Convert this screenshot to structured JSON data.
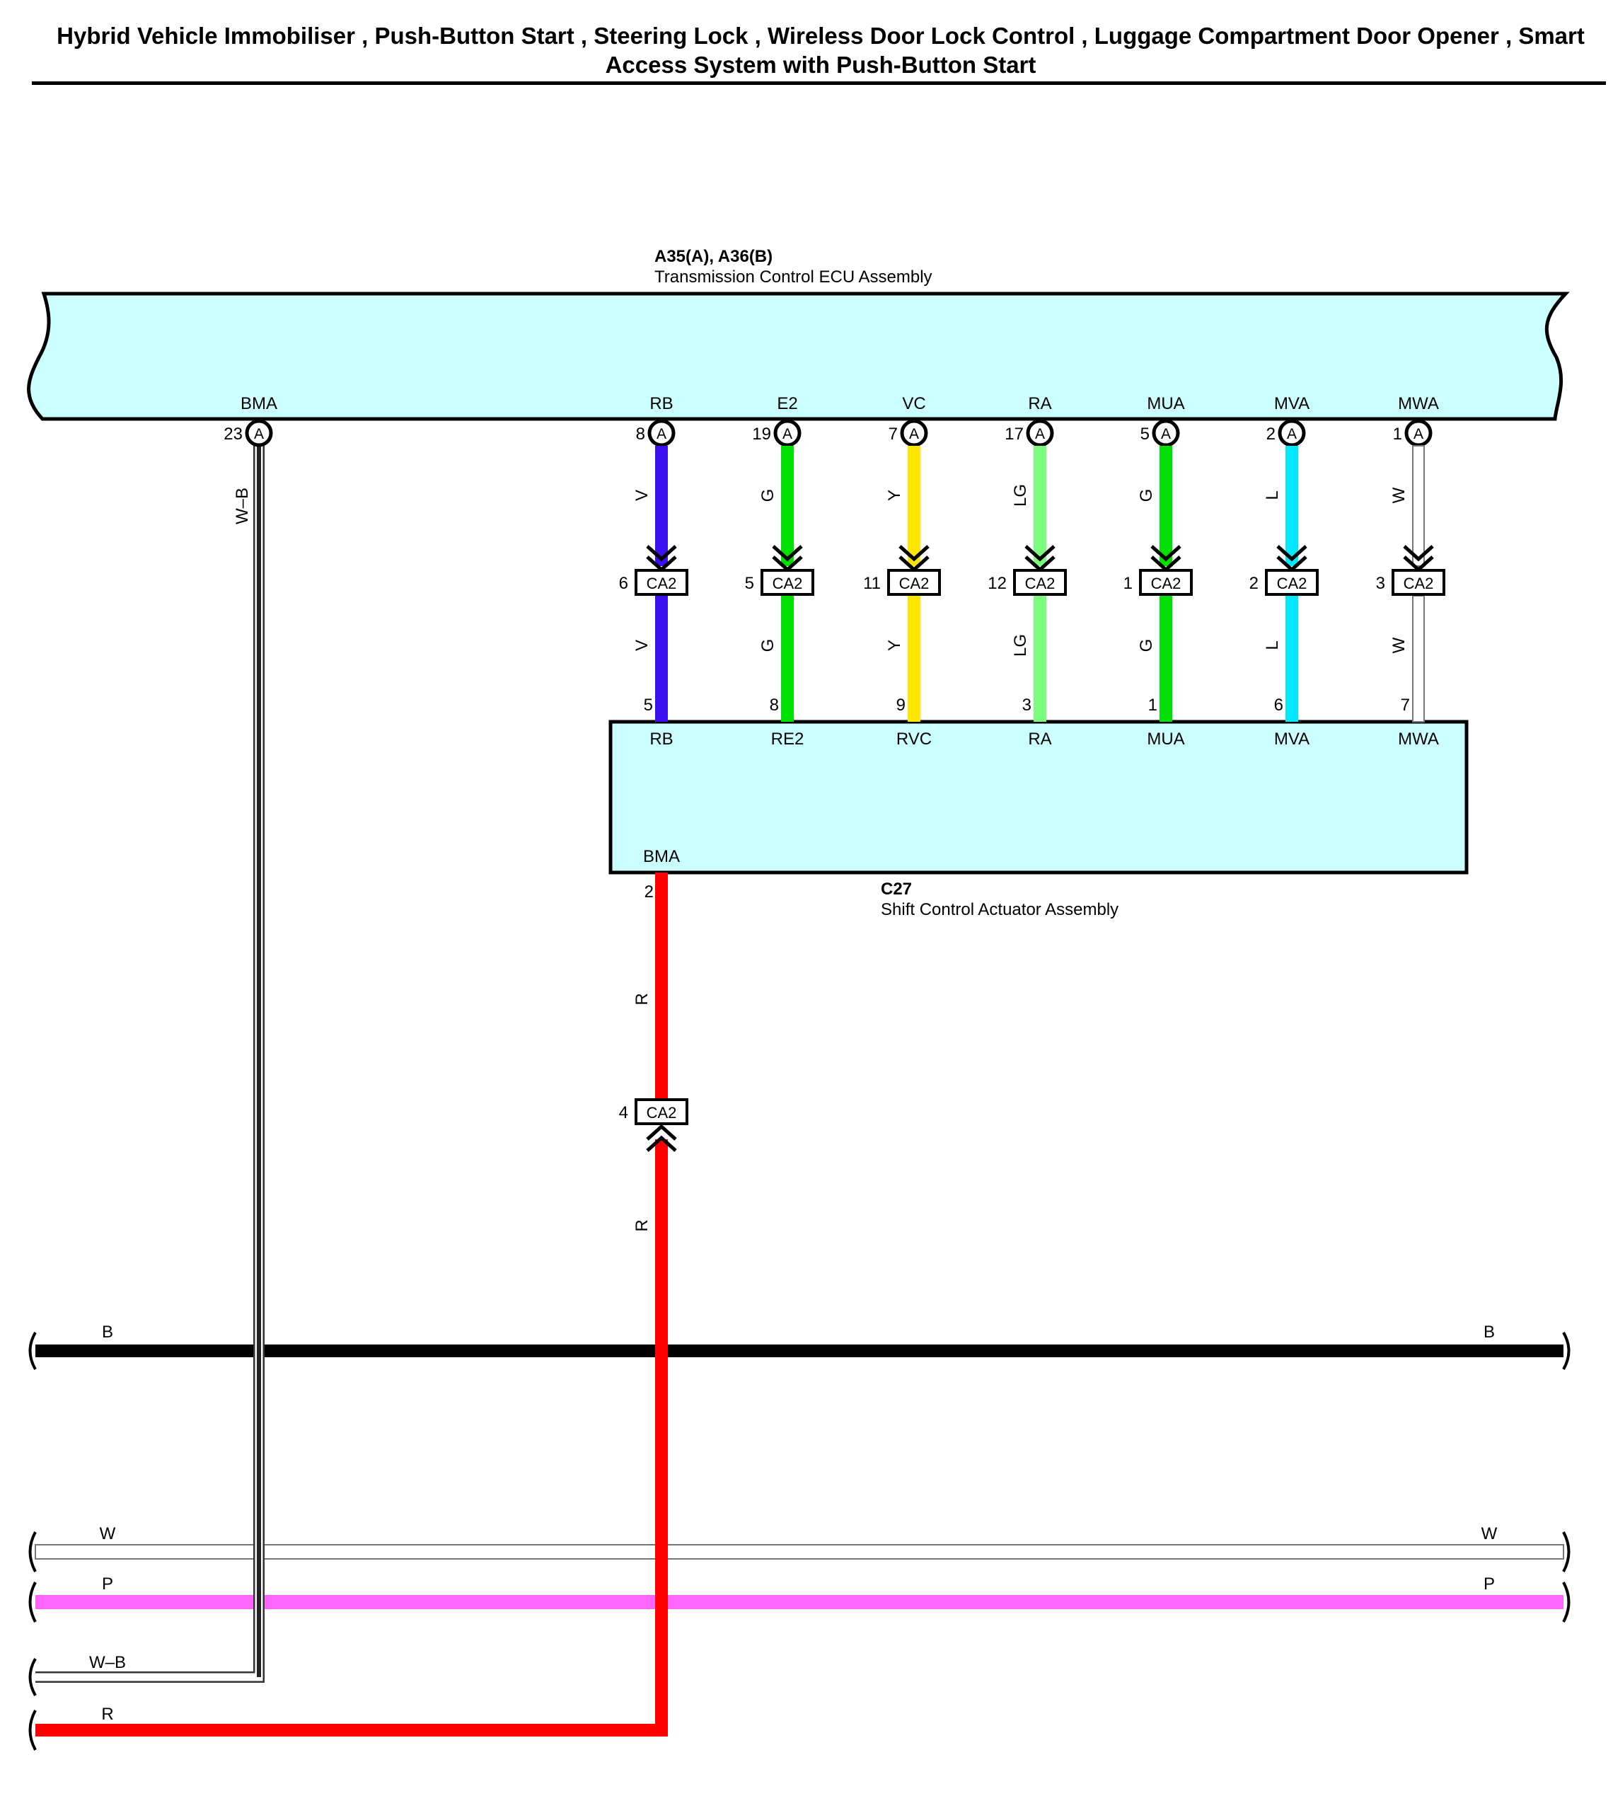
{
  "title": {
    "line1": "Hybrid Vehicle Immobiliser , Push-Button Start , Steering Lock , Wireless Door Lock Control , Luggage Compartment Door Opener , Smart",
    "line2": "Access System with Push-Button Start"
  },
  "ecu": {
    "connector_ids": "A35(A), A36(B)",
    "name": "Transmission Control ECU Assembly",
    "terminals": [
      {
        "label": "BMA",
        "pin": "23",
        "conn": "A"
      },
      {
        "label": "RB",
        "pin": "8",
        "conn": "A"
      },
      {
        "label": "E2",
        "pin": "19",
        "conn": "A"
      },
      {
        "label": "VC",
        "pin": "7",
        "conn": "A"
      },
      {
        "label": "RA",
        "pin": "17",
        "conn": "A"
      },
      {
        "label": "MUA",
        "pin": "5",
        "conn": "A"
      },
      {
        "label": "MVA",
        "pin": "2",
        "conn": "A"
      },
      {
        "label": "MWA",
        "pin": "1",
        "conn": "A"
      }
    ]
  },
  "ecu_wire_color_codes": {
    "bma": "W–B"
  },
  "signal_wires": [
    {
      "color_code": "V",
      "hex": "#3b0ff0",
      "ca2_pin": "6",
      "ca2_label": "CA2",
      "actuator_pin": "5",
      "actuator_label": "RB"
    },
    {
      "color_code": "G",
      "hex": "#00e000",
      "ca2_pin": "5",
      "ca2_label": "CA2",
      "actuator_pin": "8",
      "actuator_label": "RE2"
    },
    {
      "color_code": "Y",
      "hex": "#ffe600",
      "ca2_pin": "11",
      "ca2_label": "CA2",
      "actuator_pin": "9",
      "actuator_label": "RVC"
    },
    {
      "color_code": "LG",
      "hex": "#7cfc7c",
      "ca2_pin": "12",
      "ca2_label": "CA2",
      "actuator_pin": "3",
      "actuator_label": "RA"
    },
    {
      "color_code": "G",
      "hex": "#00e000",
      "ca2_pin": "1",
      "ca2_label": "CA2",
      "actuator_pin": "1",
      "actuator_label": "MUA"
    },
    {
      "color_code": "L",
      "hex": "#00e8ff",
      "ca2_pin": "2",
      "ca2_label": "CA2",
      "actuator_pin": "6",
      "actuator_label": "MVA"
    },
    {
      "color_code": "W",
      "hex": "#ffffff",
      "ca2_pin": "3",
      "ca2_label": "CA2",
      "actuator_pin": "7",
      "actuator_label": "MWA"
    }
  ],
  "actuator": {
    "connector_id": "C27",
    "name": "Shift Control Actuator Assembly",
    "bma_label": "BMA",
    "bma_pin": "2"
  },
  "power_wire": {
    "color_code_upper": "R",
    "color_code_lower": "R",
    "ca2_pin": "4",
    "ca2_label": "CA2",
    "hex": "#ff0000"
  },
  "buses": [
    {
      "label_left": "B",
      "label_right": "B",
      "hex": "#000000"
    },
    {
      "label_left": "W",
      "label_right": "W",
      "hex": "#ffffff"
    },
    {
      "label_left": "P",
      "label_right": "P",
      "hex": "#ff66ff"
    },
    {
      "label_left": "W–B",
      "label_right": "",
      "hex": "#ffffff"
    },
    {
      "label_left": "R",
      "label_right": "",
      "hex": "#ff0000"
    }
  ],
  "colors": {
    "component_fill": "#ccffff",
    "outline": "#000000"
  }
}
